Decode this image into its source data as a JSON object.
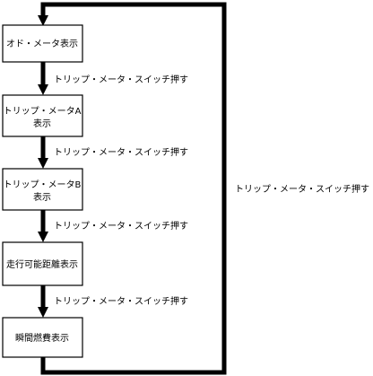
{
  "colors": {
    "line": "#000000",
    "node_fill": "#ffffff",
    "text": "#000000"
  },
  "nodes": [
    {
      "id": "odo",
      "lines": [
        "オド・メータ表示"
      ]
    },
    {
      "id": "trip-a",
      "lines": [
        "トリップ・メータA",
        "表示"
      ]
    },
    {
      "id": "trip-b",
      "lines": [
        "トリップ・メータB",
        "表示"
      ]
    },
    {
      "id": "range",
      "lines": [
        "走行可能距離表示"
      ]
    },
    {
      "id": "fuel",
      "lines": [
        "瞬間燃費表示"
      ]
    }
  ],
  "edges": [
    {
      "from": "odo",
      "to": "trip-a",
      "label": "トリップ・メータ・スイッチ押す"
    },
    {
      "from": "trip-a",
      "to": "trip-b",
      "label": "トリップ・メータ・スイッチ押す"
    },
    {
      "from": "trip-b",
      "to": "range",
      "label": "トリップ・メータ・スイッチ押す"
    },
    {
      "from": "range",
      "to": "fuel",
      "label": "トリップ・メータ・スイッチ押す"
    },
    {
      "from": "fuel",
      "to": "odo",
      "label": "トリップ・メータ・スイッチ押す"
    }
  ]
}
